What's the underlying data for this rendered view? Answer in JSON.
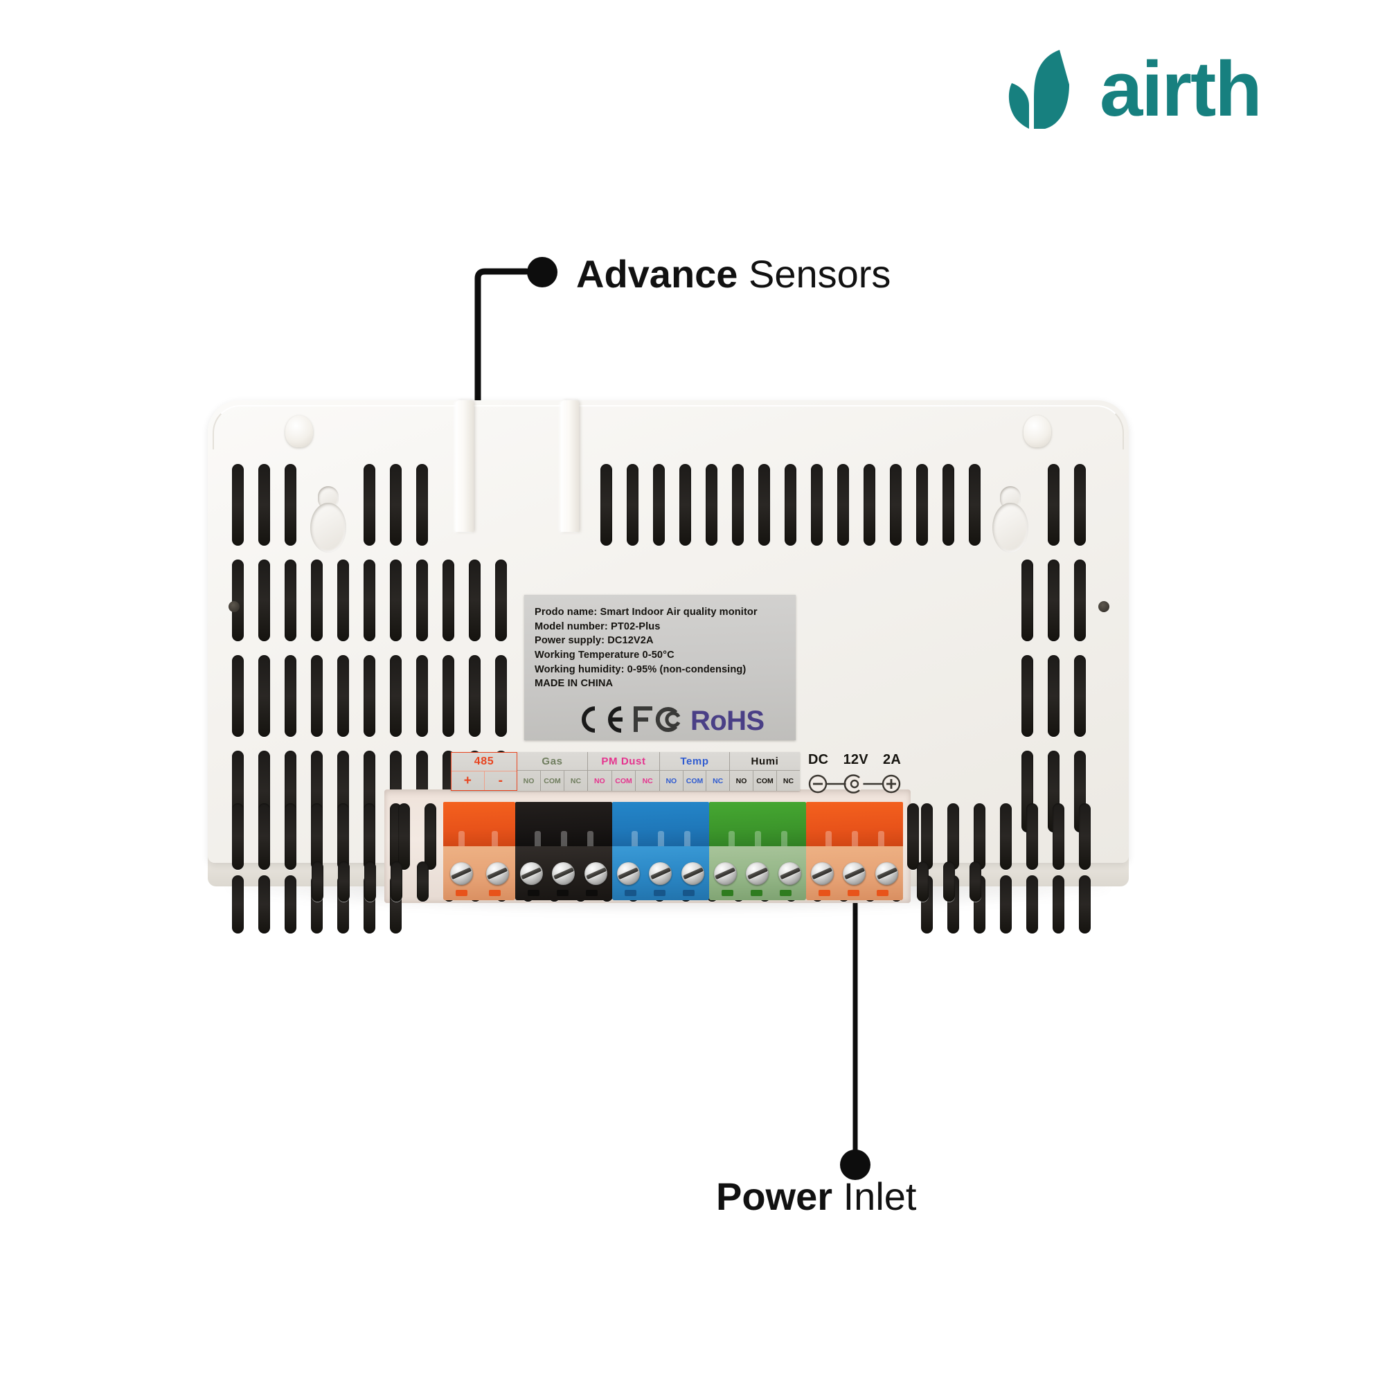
{
  "brand": {
    "wordmark": "airth",
    "logo_icon": "leaf-sprout-icon",
    "color": "#17807f"
  },
  "annotations": [
    {
      "id": "advance-sensors",
      "strong": "Advance",
      "light": " Sensors",
      "leader_icon": "leader-line-elbow",
      "bullet_icon": "bullet-dot-icon"
    },
    {
      "id": "power-inlet",
      "strong": "Power",
      "light": " Inlet",
      "leader_icon": "leader-line-straight",
      "bullet_icon": "bullet-dot-icon"
    }
  ],
  "device": {
    "name": "air-quality-monitor-rear-panel",
    "spec_label": {
      "lines": [
        "Prodo name: Smart Indoor Air quality monitor",
        "Model number: PT02-Plus",
        "Power supply:  DC12V2A",
        "Working Temperature 0-50°C",
        "Working humidity: 0-95% (non-condensing)",
        "MADE IN CHINA"
      ],
      "certifications": [
        {
          "name": "ce-mark",
          "text": "CE",
          "color": "#1a1a1a"
        },
        {
          "name": "fcc-mark",
          "text": "FC",
          "color": "#3a3a38"
        },
        {
          "name": "rohs-mark",
          "text": "RoHS",
          "color": "#4a3f86"
        }
      ]
    },
    "terminal_legend": {
      "groups": [
        {
          "title": "485",
          "color": "#e8441f",
          "cells": [
            "+",
            "-"
          ]
        },
        {
          "title": "Gas",
          "color": "#6f7d5e",
          "cells": [
            "NO",
            "COM",
            "NC"
          ]
        },
        {
          "title": "PM Dust",
          "color": "#e5338e",
          "cells": [
            "NO",
            "COM",
            "NC"
          ]
        },
        {
          "title": "Temp",
          "color": "#2f5bd0",
          "cells": [
            "NO",
            "COM",
            "NC"
          ]
        },
        {
          "title": "Humi",
          "color": "#17140f",
          "cells": [
            "NO",
            "COM",
            "NC"
          ]
        }
      ]
    },
    "dc_input": {
      "labels": [
        "DC",
        "12V",
        "2A"
      ],
      "polarity_icons": [
        "minus-circle-icon",
        "barrel-jack-icon",
        "plus-circle-icon"
      ]
    },
    "terminal_blocks": [
      {
        "name": "terminal-block-485",
        "color": "orange",
        "screws": 2
      },
      {
        "name": "terminal-block-gas",
        "color": "black",
        "screws": 3
      },
      {
        "name": "terminal-block-pm-dust",
        "color": "blue",
        "screws": 3
      },
      {
        "name": "terminal-block-temp",
        "color": "green",
        "screws": 3
      },
      {
        "name": "terminal-block-humi",
        "color": "orange",
        "screws": 3
      }
    ],
    "mounts": [
      {
        "name": "keyhole-mount-left"
      },
      {
        "name": "keyhole-mount-right"
      }
    ]
  }
}
